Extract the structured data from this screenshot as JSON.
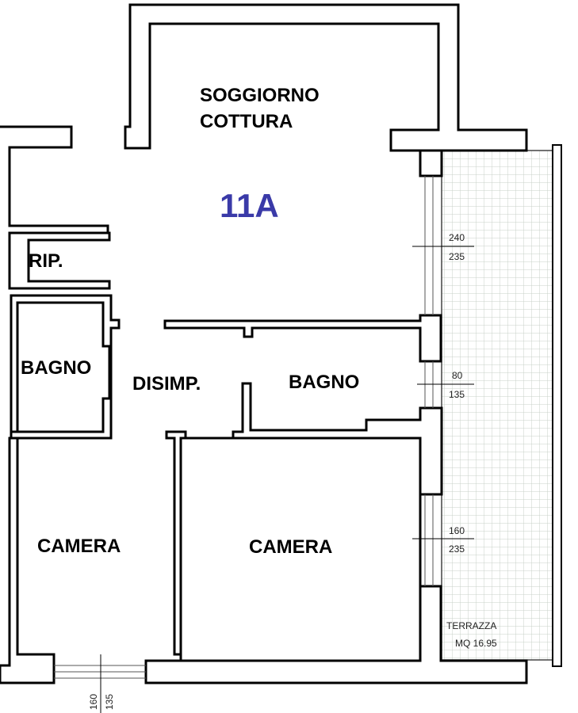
{
  "plan": {
    "unit_label": "11A",
    "unit_color": "#3a3aa8",
    "rooms": {
      "soggiorno_line1": "SOGGIORNO",
      "soggiorno_line2": "COTTURA",
      "rip": "RIP.",
      "bagno_left": "BAGNO",
      "disimpegno": "DISIMP.",
      "bagno_right": "BAGNO",
      "camera_left": "CAMERA",
      "camera_right": "CAMERA"
    },
    "windows": {
      "soggiorno": {
        "width": "240",
        "height": "235"
      },
      "bagno": {
        "width": "80",
        "height": "135"
      },
      "camera": {
        "width": "160",
        "height": "235"
      },
      "camera_left": {
        "width": "160",
        "height": "135"
      }
    },
    "terrace": {
      "name": "TERRAZZA",
      "area": "MQ 16.95",
      "grid_color": "#c9d1c9"
    }
  }
}
